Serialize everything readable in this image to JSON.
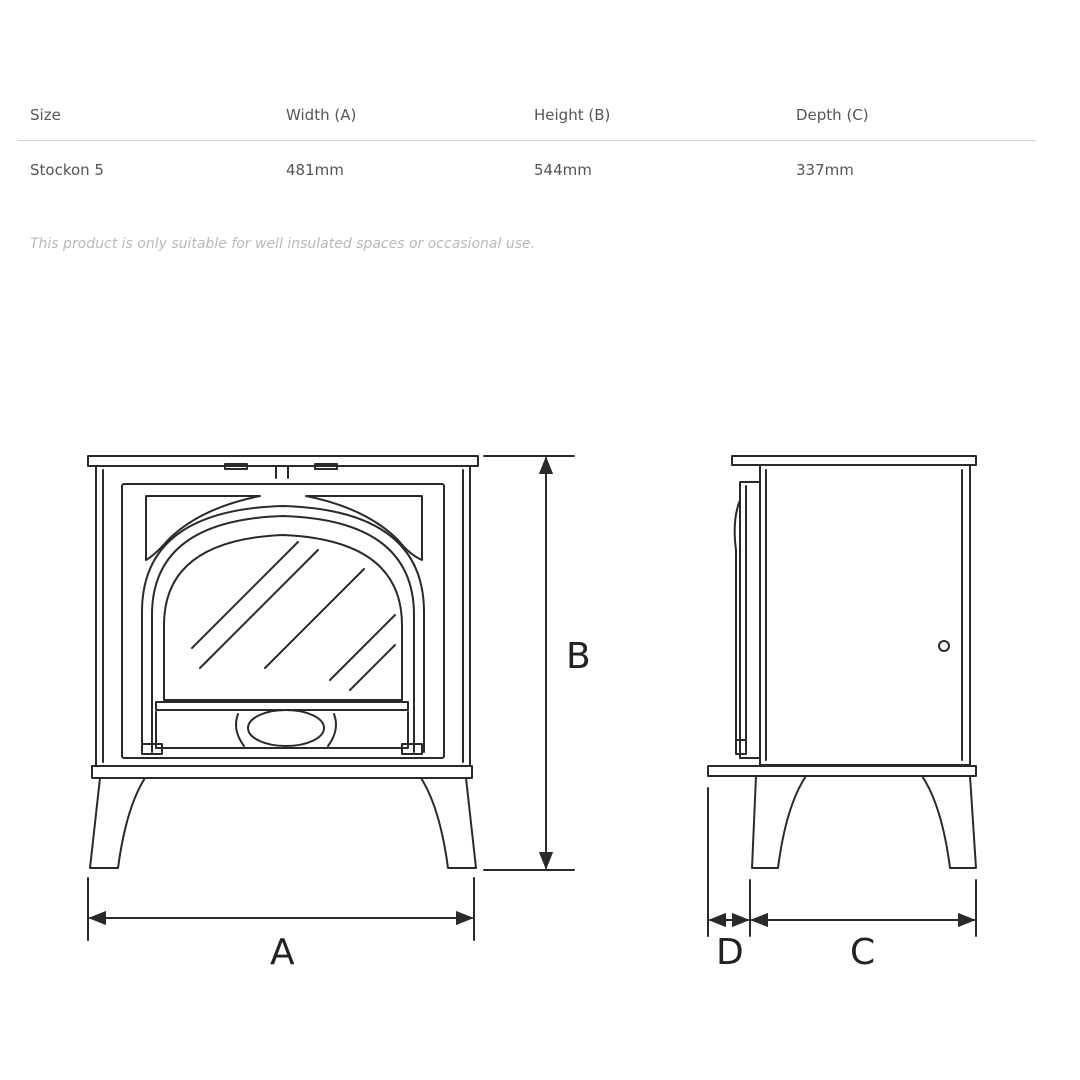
{
  "table": {
    "headers": [
      "Size",
      "Width (A)",
      "Height (B)",
      "Depth (C)"
    ],
    "rows": [
      [
        "Stockon 5",
        "481mm",
        "544mm",
        "337mm"
      ]
    ]
  },
  "note": "This product is only suitable for well insulated spaces or occasional use.",
  "diagram": {
    "labels": {
      "A": "A",
      "B": "B",
      "C": "C",
      "D": "D"
    }
  }
}
